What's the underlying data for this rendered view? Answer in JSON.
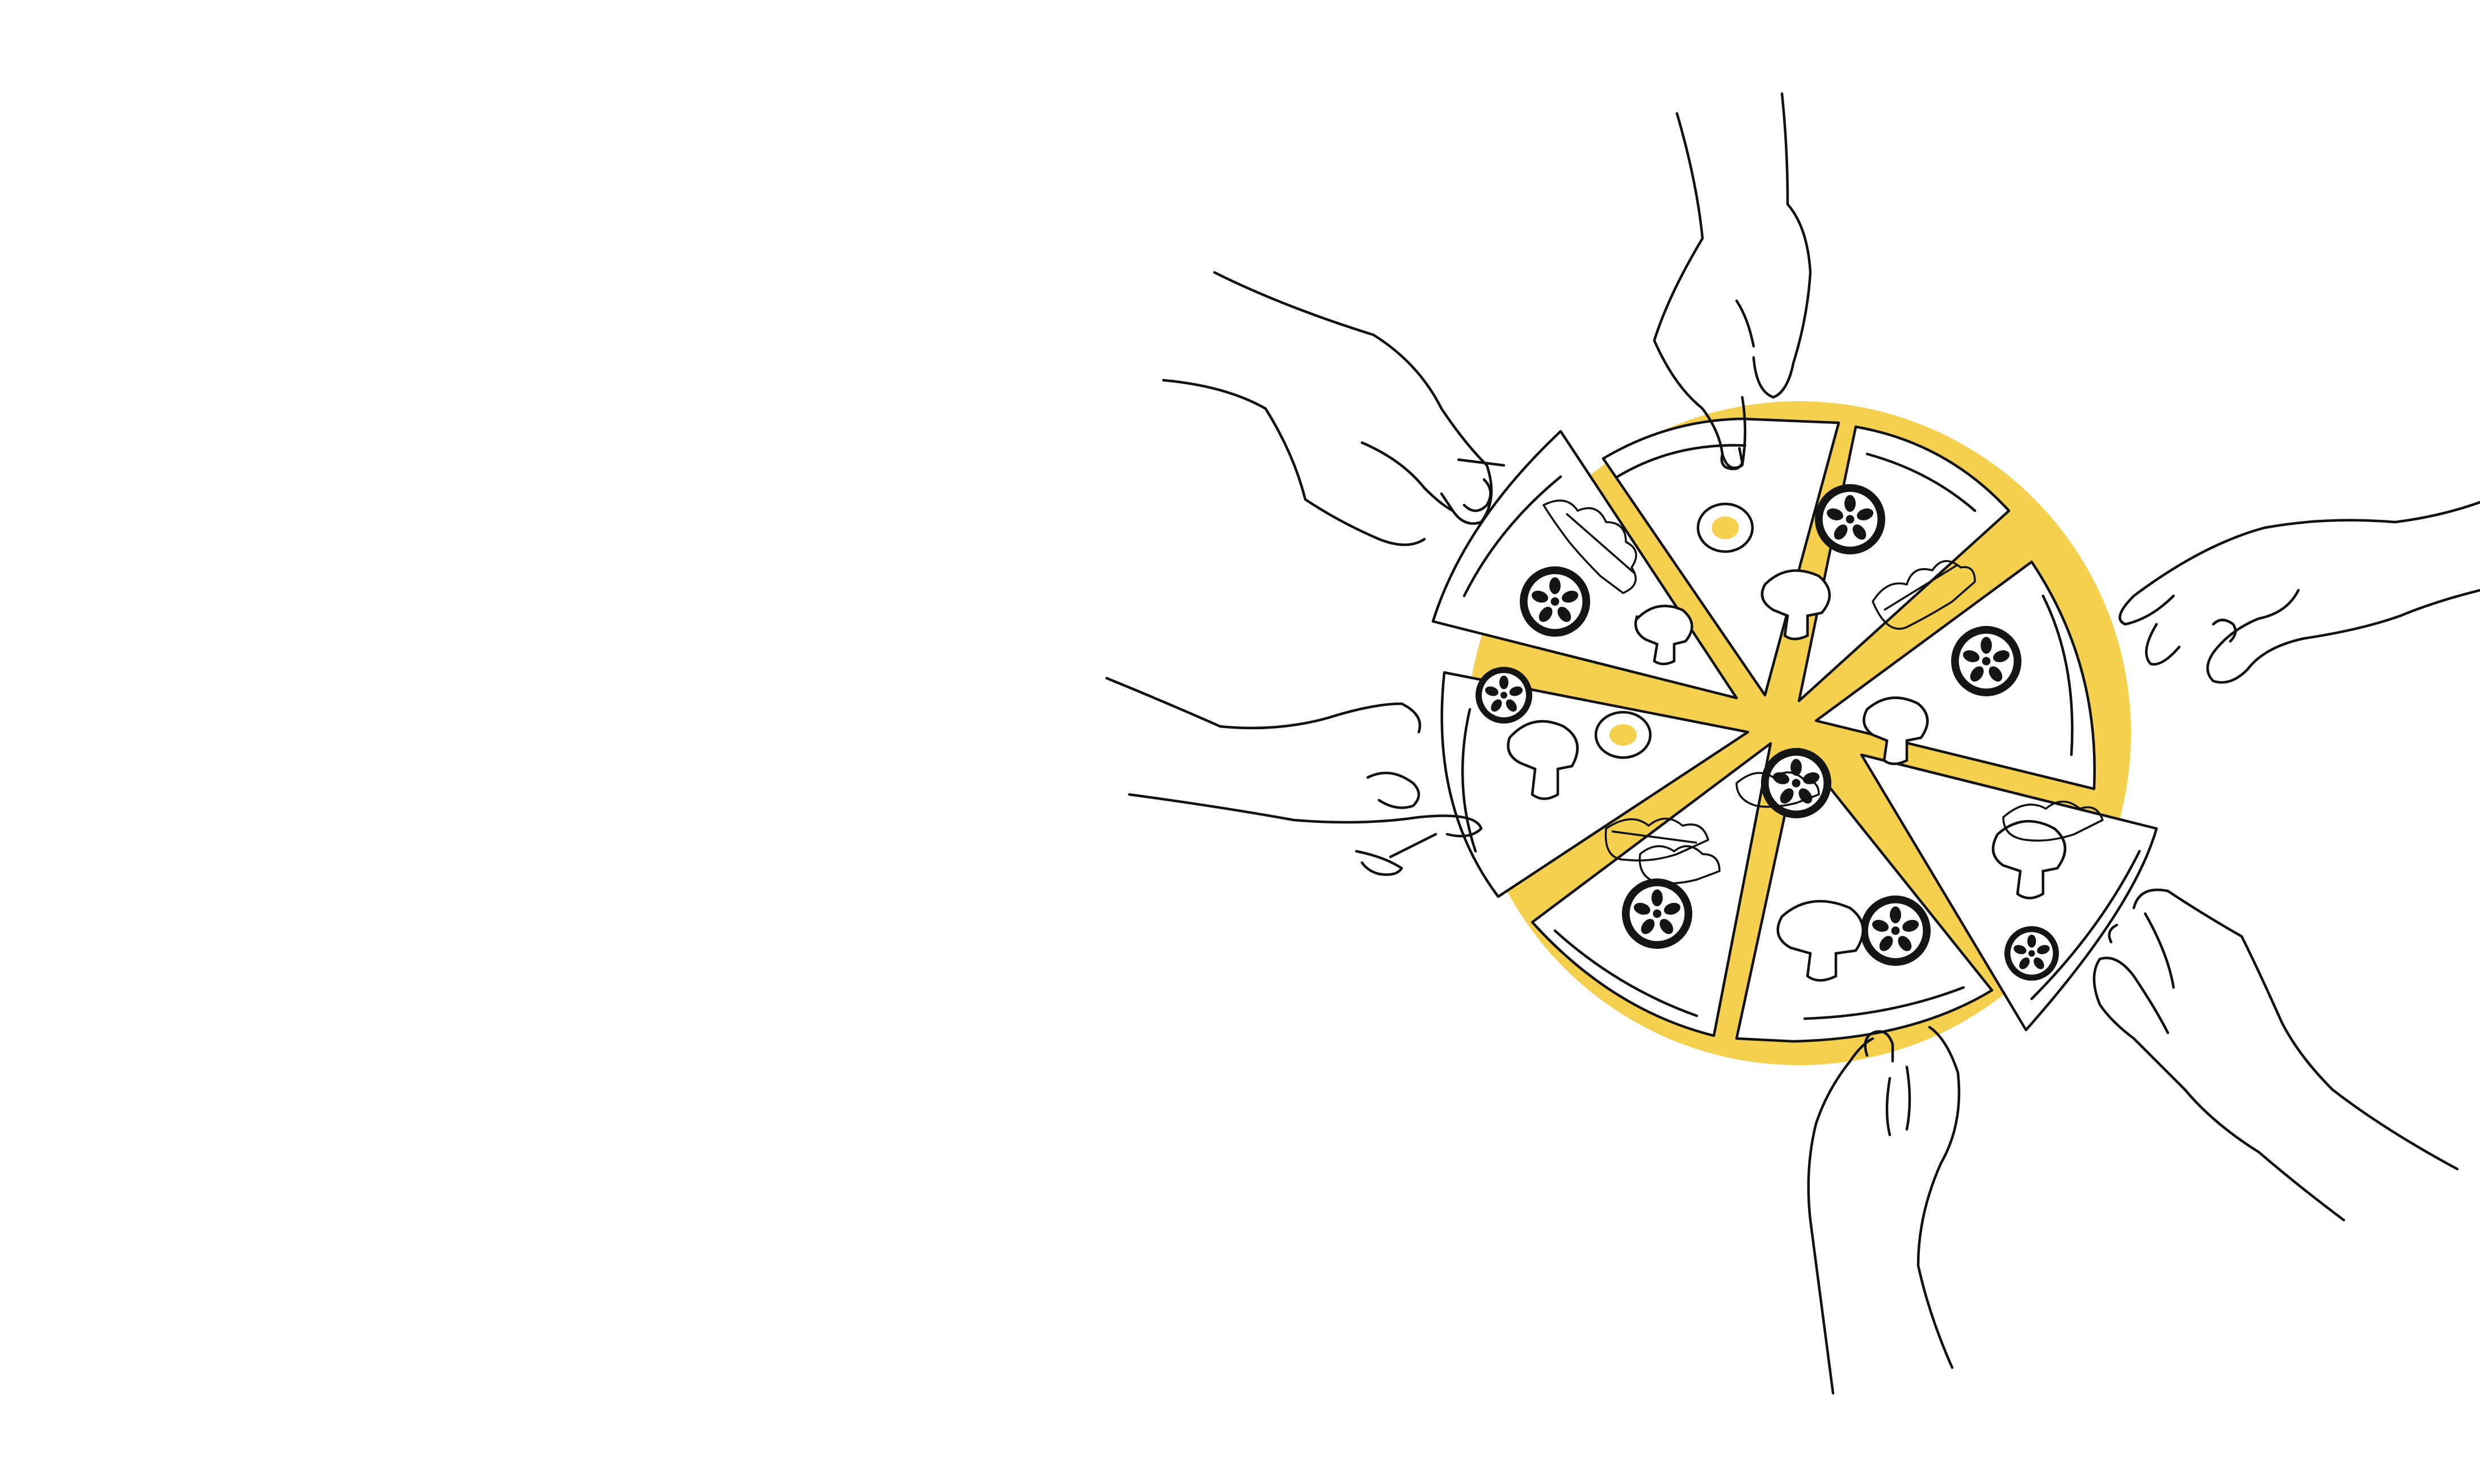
{
  "image": {
    "subject": "",
    "colors": {
      "background": "#ffffff",
      "board": "#f5d04f",
      "line": "#111111",
      "slice_fill": "#ffffff",
      "yolk": "#f5d04f"
    },
    "slice_count": 8,
    "hand_count": 7,
    "toppings": [
      "tomato-slice",
      "mushroom",
      "egg",
      "arugula-leaf"
    ]
  }
}
